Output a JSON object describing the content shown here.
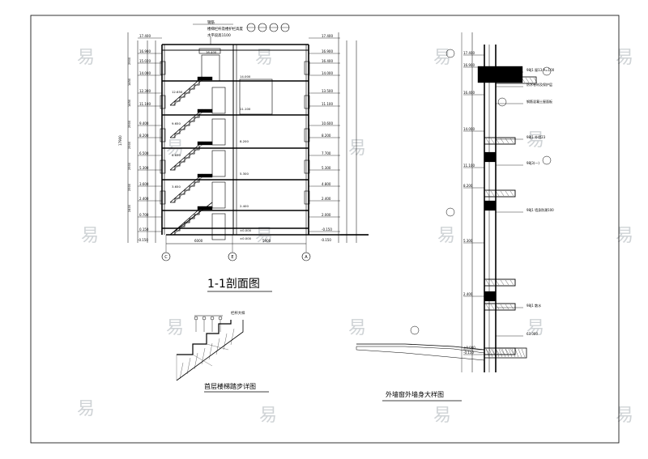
{
  "section": {
    "title": "1-1剖面图",
    "note_lines": [
      "钢筋",
      "楼梯栏杆及楼护栏高度",
      "水平段高1100"
    ],
    "grid_marks": [
      "C",
      "E",
      "A"
    ],
    "spans": [
      "6000",
      "5900"
    ],
    "levels_left": [
      "17.400",
      "16.900",
      "15.020",
      "14.000",
      "12.300",
      "11.100",
      "9.400",
      "8.200",
      "6.500",
      "5.300",
      "3.600",
      "2.400",
      "0.700",
      "0.150"
    ],
    "levels_right": [
      "17.400",
      "16.900",
      "16.400",
      "14.000",
      "13.500",
      "11.100",
      "10.600",
      "8.200",
      "7.700",
      "5.300",
      "4.800",
      "2.400",
      "2.000",
      "-0.150"
    ],
    "stair_levels": [
      "12.650",
      "9.650",
      "6.650",
      "3.650"
    ],
    "floor_levels": [
      "14.000",
      "11.100",
      "8.200",
      "5.300",
      "2.400",
      "±0.000"
    ],
    "top_level": "16.400",
    "bottom_level": "±0.000",
    "total_height": "17900",
    "base_level": "-0.150"
  },
  "stair_detail": {
    "title": "首层楼梯踏步详图",
    "note": "栏杆大样"
  },
  "wall_detail": {
    "title": "外墙窗外墙身大样图",
    "levels": [
      "17.400",
      "16.900",
      "16.400",
      "14.000",
      "11.100",
      "8.200",
      "5.300",
      "2.400",
      "±0.000",
      "-0.150"
    ],
    "notes": [
      "98J1 屋13 A=100",
      "防水卷材及保护层",
      "钢筋混凝土屋面板",
      "98J1 外墙23",
      "98J3(一)",
      "98J1 墙身防潮100",
      "98J1 散水",
      "63.000"
    ]
  },
  "watermark": "易"
}
